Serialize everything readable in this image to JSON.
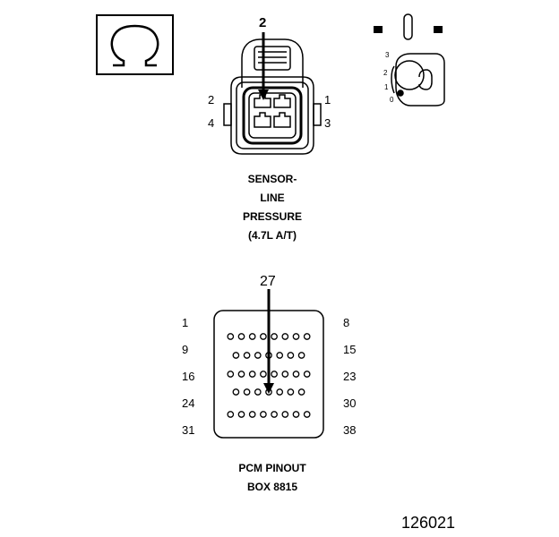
{
  "sensor_connector": {
    "callout": "2",
    "pin_labels": [
      "2",
      "1",
      "4",
      "3"
    ],
    "caption_lines": [
      "SENSOR-",
      "LINE",
      "PRESSURE",
      "(4.7L A/T)"
    ]
  },
  "key_switch": {
    "positions": [
      "3",
      "2",
      "1",
      "0"
    ]
  },
  "pcm_connector": {
    "callout": "27",
    "row_start_labels": [
      "1",
      "9",
      "16",
      "24",
      "31"
    ],
    "row_end_labels": [
      "8",
      "15",
      "23",
      "30",
      "38"
    ],
    "caption_lines": [
      "PCM PINOUT",
      "BOX 8815"
    ]
  },
  "figure_number": "126021",
  "icons": [
    "ohm-symbol-icon",
    "key-ignition-icon"
  ]
}
